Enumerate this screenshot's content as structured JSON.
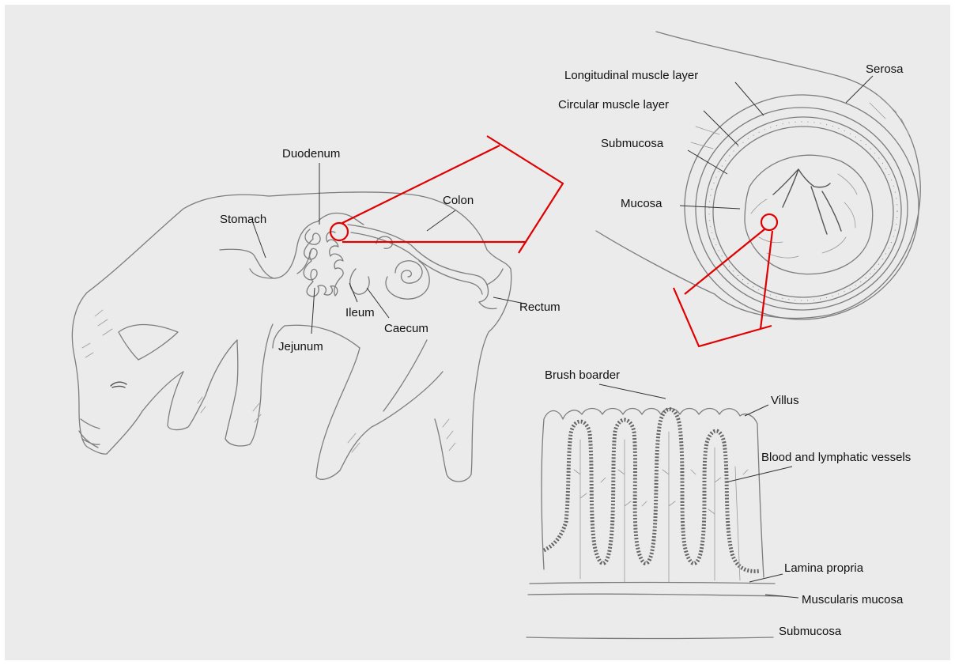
{
  "colors": {
    "paper": "#ebebeb",
    "pencil": "#7d7d7d",
    "highlight": "#e00000",
    "text": "#111111"
  },
  "pig_labels": {
    "duodenum": "Duodenum",
    "stomach": "Stomach",
    "colon": "Colon",
    "rectum": "Rectum",
    "ileum": "Ileum",
    "caecum": "Caecum",
    "jejunum": "Jejunum"
  },
  "cross_section_labels": {
    "serosa": "Serosa",
    "longitudinal": "Longitudinal muscle layer",
    "circular": "Circular muscle layer",
    "submucosa": "Submucosa",
    "mucosa": "Mucosa"
  },
  "villi_labels": {
    "brush_border": "Brush boarder",
    "villus": "Villus",
    "vessels": "Blood and lymphatic vessels",
    "lamina_propria": "Lamina propria",
    "muscularis_mucosa": "Muscularis mucosa",
    "submucosa": "Submucosa"
  }
}
